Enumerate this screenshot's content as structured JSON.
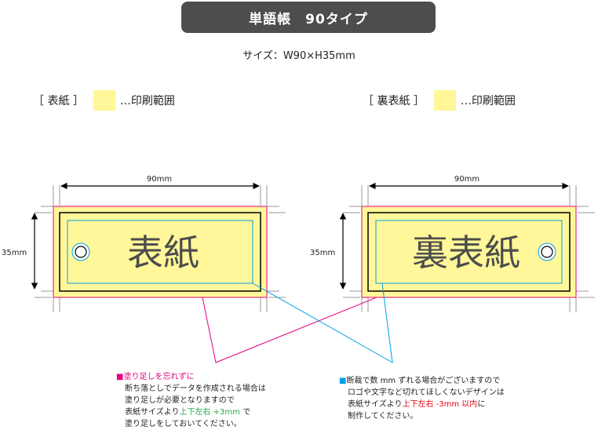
{
  "title": "単語帳　90タイプ",
  "size_label": "サイズ：W90×H35mm",
  "legend": {
    "front_label": "［ 表紙 ］",
    "back_label": "［ 裏表紙 ］",
    "print_area": "…印刷範囲"
  },
  "cards": {
    "front": {
      "text": "表紙",
      "width_label": "90mm",
      "height_label": "35mm"
    },
    "back": {
      "text": "裏表紙",
      "width_label": "90mm",
      "height_label": "35mm"
    }
  },
  "notes": {
    "bleed": {
      "heading": "■塗り足しを忘れずに",
      "line1": "断ち落としでデータを作成される場合は",
      "line2": "塗り足しが必要となりますので",
      "line3_a": "表紙サイズより",
      "line3_b": "上下左右 +3mm",
      "line3_c": " で",
      "line4": "塗り足しをしておいてください。"
    },
    "safe": {
      "heading_a": "■",
      "heading_b": "断裁で数 mm ずれる場合がございますので",
      "line1": "ロゴや文字など切れてほしくないデザインは",
      "line2_a": "表紙サイズより",
      "line2_b": "上下左右 -3mm 以内",
      "line2_c": "に",
      "line3": "制作してください。"
    }
  },
  "colors": {
    "print_fill": "#fff799",
    "bleed_line": "#e4007f",
    "safe_line": "#00a0e9",
    "trim_line": "#000000",
    "title_bg": "#4d4d4d"
  }
}
